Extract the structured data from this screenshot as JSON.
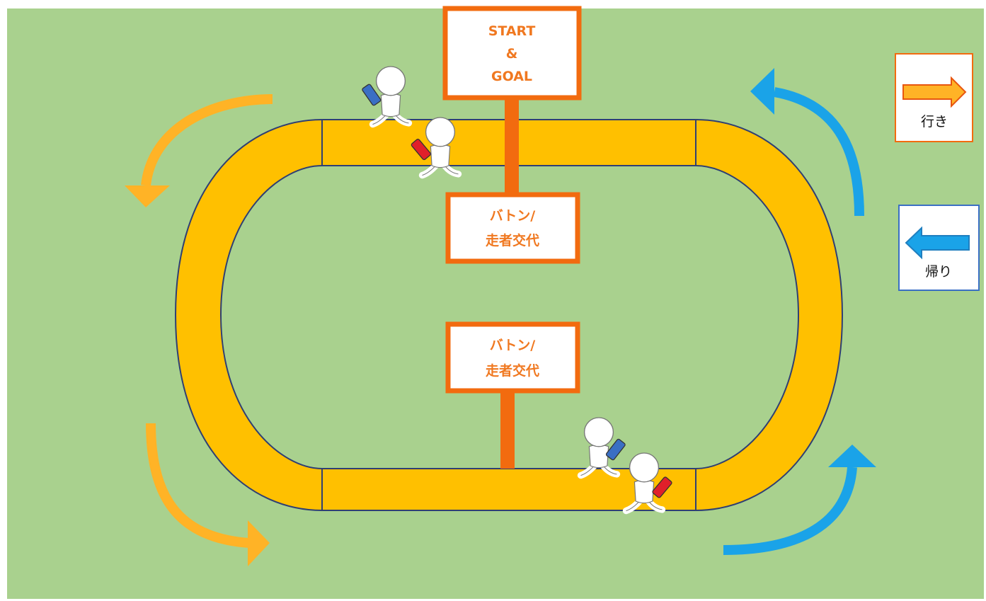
{
  "colors": {
    "background": "#ffffff",
    "field": "#a9d18e",
    "track": "#ffc000",
    "track_border": "#2f3f73",
    "sign_border": "#f26b0f",
    "sign_text": "#f07820",
    "outbound_arrow": "#ffb326",
    "return_arrow": "#1aa3e8"
  },
  "signs": {
    "start_goal": {
      "lines": [
        "START",
        "&",
        "GOAL"
      ]
    },
    "baton_top": {
      "lines": [
        "バトン/",
        "走者交代"
      ]
    },
    "baton_bottom": {
      "lines": [
        "バトン/",
        "走者交代"
      ]
    }
  },
  "legend": {
    "outbound": {
      "label": "行き",
      "icon": "orange-right-arrow-icon"
    },
    "return": {
      "label": "帰り",
      "icon": "blue-left-arrow-icon"
    }
  },
  "runners": [
    {
      "name": "runner-top-blue-device",
      "icon": "runner-icon",
      "device_color": "#3a6fc4"
    },
    {
      "name": "runner-top-red-device",
      "icon": "runner-icon",
      "device_color": "#e0202a"
    },
    {
      "name": "runner-bottom-blue-device",
      "icon": "runner-icon",
      "device_color": "#3a6fc4"
    },
    {
      "name": "runner-bottom-red-device",
      "icon": "runner-icon",
      "device_color": "#e0202a"
    }
  ]
}
